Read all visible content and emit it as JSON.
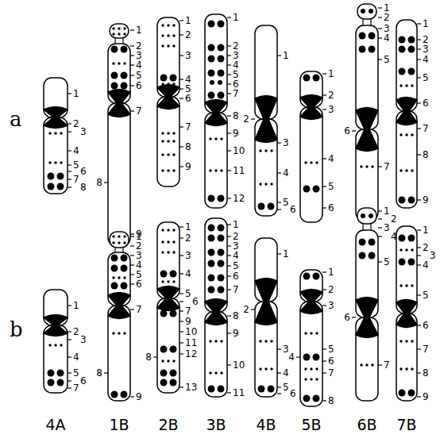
{
  "diagram": {
    "labels": [
      "a",
      "1",
      "2",
      "3",
      "4",
      "5",
      "6",
      "7",
      "8",
      "1",
      "2",
      "3",
      "4",
      "5",
      "6",
      "7",
      "8",
      "9",
      "1",
      "2",
      "3",
      "4",
      "5",
      "6",
      "7",
      "8",
      "9",
      "1",
      "2",
      "3",
      "4",
      "5",
      "6",
      "7",
      "8",
      "9",
      "10",
      "11",
      "12",
      "1",
      "2",
      "3",
      "4",
      "5",
      "6",
      "1",
      "2",
      "3",
      "4",
      "5",
      "6",
      "1",
      "2",
      "3",
      "4",
      "5",
      "6",
      "7",
      "1",
      "2",
      "3",
      "4",
      "5",
      "6",
      "7",
      "8",
      "9",
      "b",
      "1",
      "2",
      "3",
      "4",
      "5",
      "6",
      "7",
      "1",
      "2",
      "3",
      "4",
      "5",
      "6",
      "7",
      "8",
      "9",
      "1",
      "2",
      "3",
      "4",
      "5",
      "6",
      "7",
      "8",
      "9",
      "10",
      "11",
      "12",
      "13",
      "1",
      "2",
      "3",
      "4",
      "5",
      "6",
      "7",
      "8",
      "9",
      "10",
      "11",
      "1",
      "2",
      "3",
      "4",
      "5",
      "6",
      "1",
      "2",
      "3",
      "4",
      "5",
      "6",
      "7",
      "8",
      "1",
      "2",
      "3",
      "4",
      "5",
      "6",
      "7",
      "1",
      "2",
      "3",
      "4",
      "5",
      "6",
      "7",
      "8",
      "9",
      "4A",
      "1B",
      "2B",
      "3B",
      "4B",
      "5B",
      "6B",
      "7B"
    ]
  }
}
